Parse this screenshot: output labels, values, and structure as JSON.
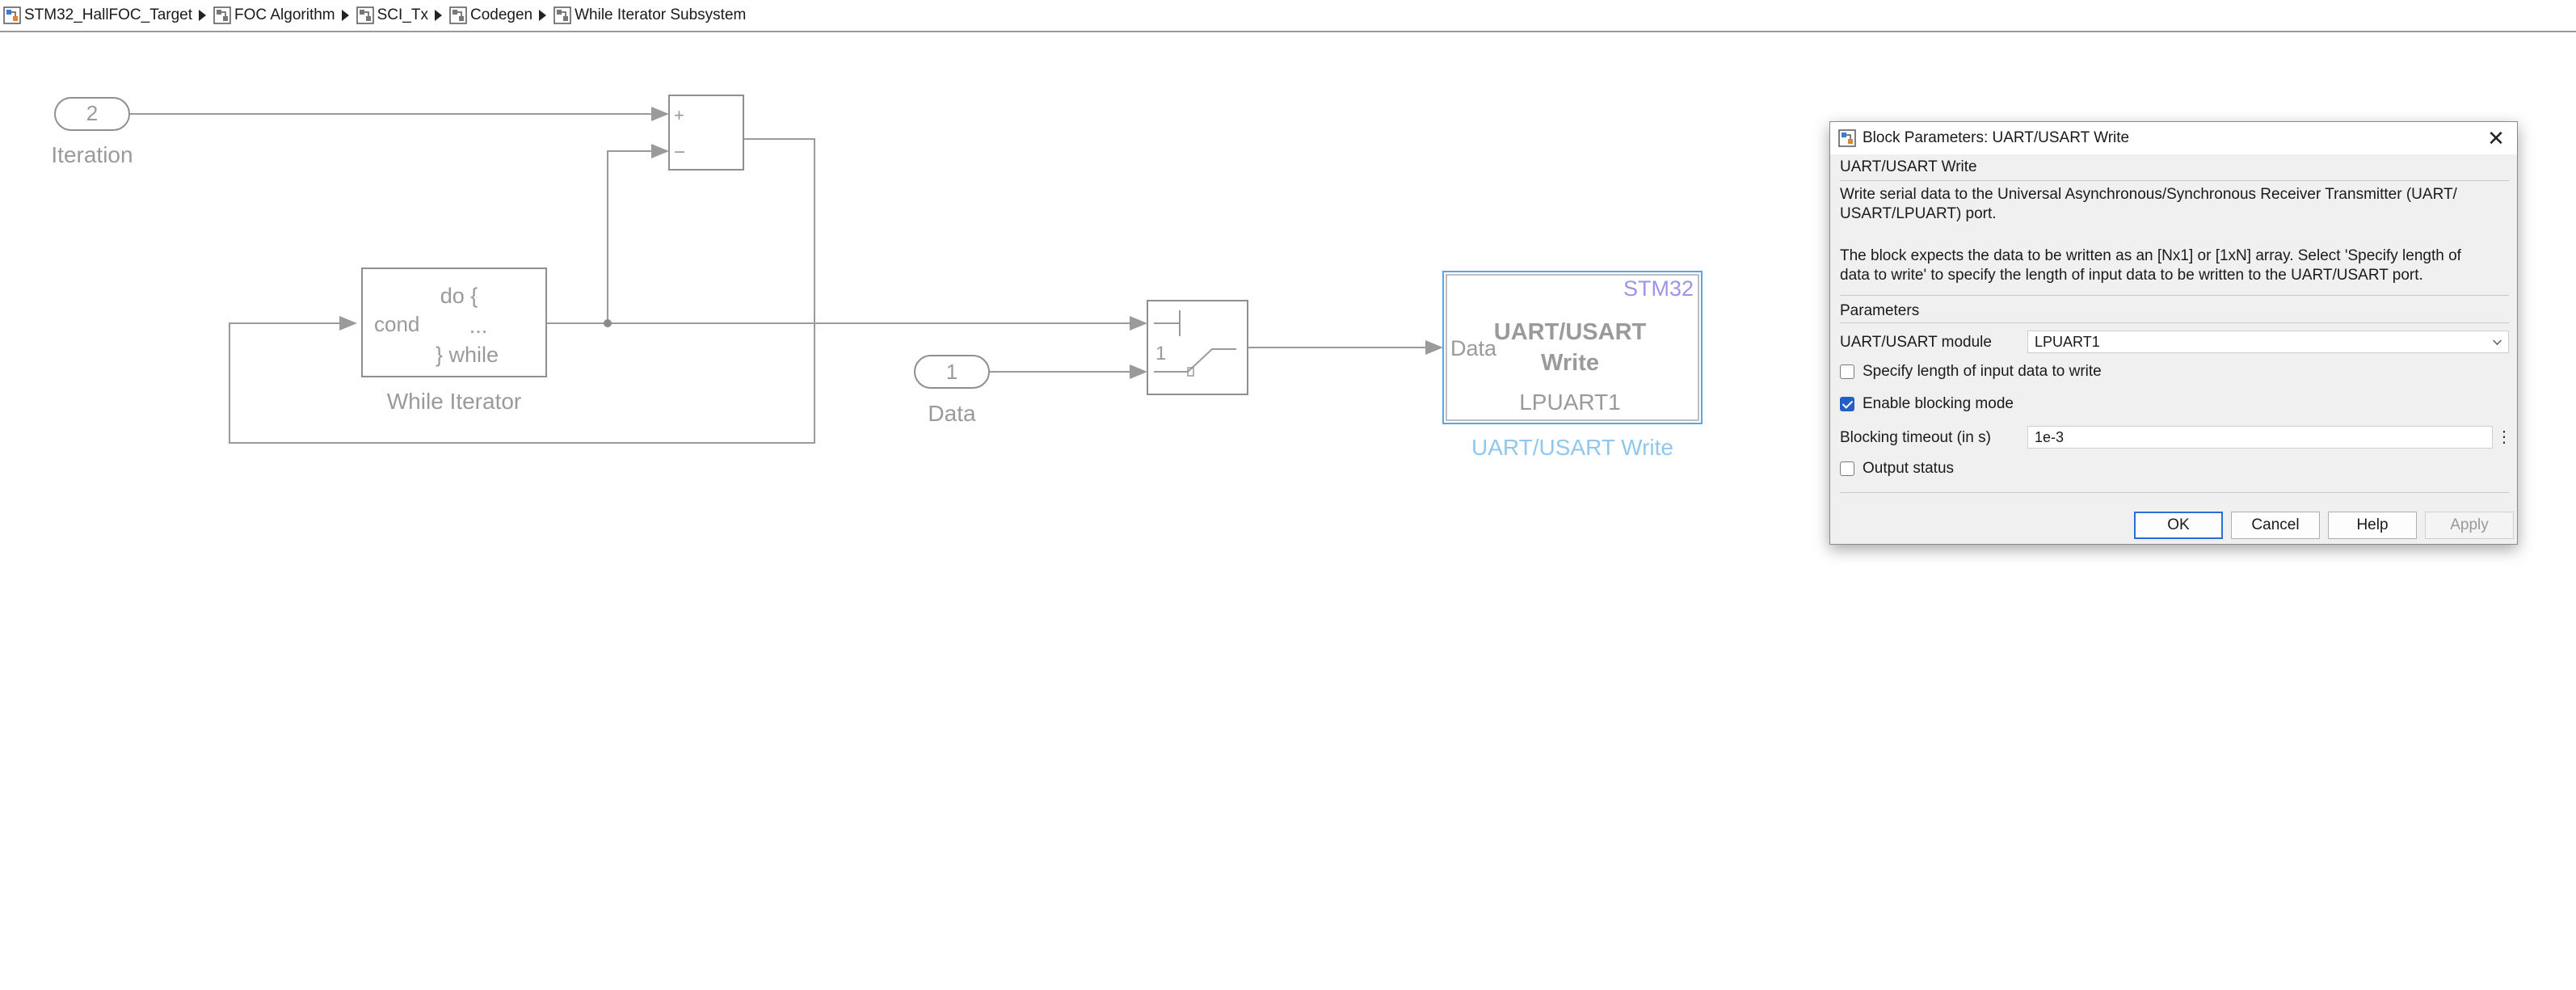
{
  "breadcrumb": [
    {
      "label": "STM32_HallFOC_Target",
      "icon": "model-icon"
    },
    {
      "label": "FOC Algorithm",
      "icon": "subsystem-icon"
    },
    {
      "label": "SCI_Tx",
      "icon": "subsystem-icon"
    },
    {
      "label": "Codegen",
      "icon": "subsystem-icon"
    },
    {
      "label": "While Iterator Subsystem",
      "icon": "subsystem-icon"
    }
  ],
  "diagram": {
    "inport_iteration": {
      "number": "2",
      "label": "Iteration"
    },
    "inport_data": {
      "number": "1",
      "label": "Data"
    },
    "sum_block": {
      "plus": "+",
      "minus": "−"
    },
    "while_iterator": {
      "line1": "do {",
      "line2": "...",
      "line3": "} while",
      "port": "cond",
      "label": "While Iterator"
    },
    "switch_block": {
      "threshold": "1"
    },
    "uart_block": {
      "vendor": "STM32",
      "title1": "UART/USART",
      "title2": "Write",
      "port": "Data",
      "module": "LPUART1",
      "label": "UART/USART Write"
    },
    "colors": {
      "block_stroke": "#8f8f8f",
      "wire": "#9a9a9a",
      "selected": "#5aa6e0",
      "vendor_text": "#9c94e6",
      "selected_label": "#8fc7ee"
    }
  },
  "dialog": {
    "title": "Block Parameters: UART/USART Write",
    "block_name": "UART/USART Write",
    "description1": "Write serial data to the Universal Asynchronous/Synchronous Receiver Transmitter (UART/",
    "description1b": "USART/LPUART) port.",
    "description2": "The block expects the data to be written as an [Nx1] or [1xN] array. Select 'Specify length of",
    "description2b": "data to write' to specify the length of input data to be written to the UART/USART port.",
    "parameters_heading": "Parameters",
    "module_label": "UART/USART module",
    "module_value": "LPUART1",
    "specify_length_label": "Specify length of input data to write",
    "specify_length_checked": false,
    "blocking_label": "Enable blocking mode",
    "blocking_checked": true,
    "timeout_label": "Blocking timeout (in s)",
    "timeout_value": "1e-3",
    "output_status_label": "Output status",
    "output_status_checked": false,
    "buttons": {
      "ok": "OK",
      "cancel": "Cancel",
      "help": "Help",
      "apply": "Apply"
    }
  }
}
